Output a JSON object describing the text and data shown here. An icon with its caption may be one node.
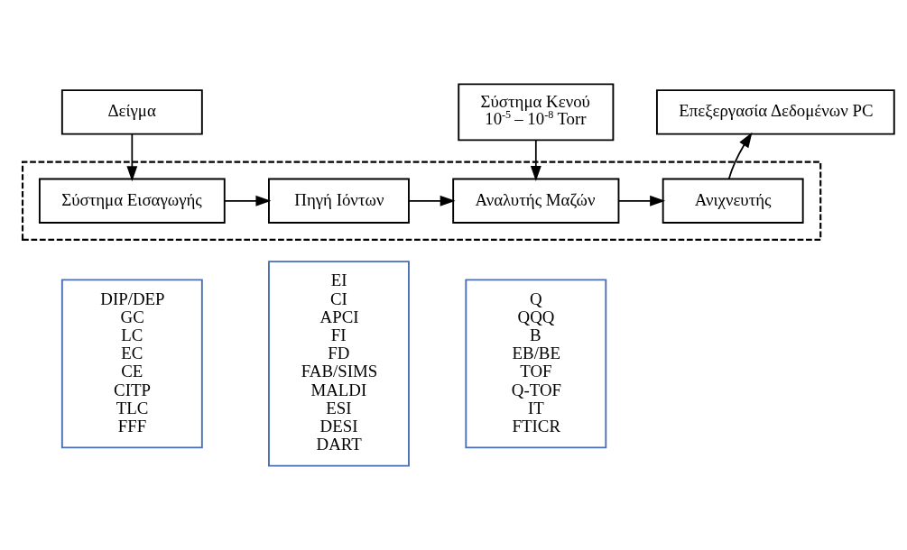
{
  "diagram": {
    "nodes": [
      {
        "text": [
          "Δείγμα"
        ]
      },
      {
        "text": [
          "Σύστημα Κενού",
          "10$^{-5}$ – 10$^{-8}$ Torr"
        ]
      },
      {
        "text": [
          "Επεξεργασία Δεδομένων PC"
        ]
      },
      {
        "text": [],
        "shape": "box"
      },
      {
        "text": [
          "Σύστημα Εισαγωγής"
        ],
        "in": 3
      },
      {
        "text": [
          "Πηγή Ιόντων"
        ],
        "in": 3
      },
      {
        "text": [
          "Αναλυτής Μαζών"
        ],
        "in": 3
      },
      {
        "text": [
          "Ανιχνευτής"
        ],
        "in": 3
      },
      {
        "text": [
          "DIP/DEP",
          "GC",
          "LC",
          "EC",
          "CE",
          "CITP",
          "TLC",
          "FFF"
        ]
      },
      {
        "text": [
          "EI",
          "CI",
          "APCI",
          "FI",
          "FD",
          "FAB/SIMS",
          "MALDI",
          "ESI",
          "DESI",
          "DART"
        ]
      },
      {
        "text": [
          "Q",
          "QQQ",
          "B",
          "EB/BE",
          "TOF",
          "Q-TOF",
          "IT",
          "FTICR"
        ]
      }
    ],
    "edges": [
      {
        "from": 0,
        "to": 4,
        "arrow": "to"
      },
      {
        "from": 1,
        "to": 6,
        "arrow": "to"
      },
      {
        "from": 7,
        "to": 2,
        "arrow": "to"
      },
      {
        "from": 4,
        "to": 5,
        "arrow": "to"
      },
      {
        "from": 5,
        "to": 6,
        "arrow": "to"
      },
      {
        "from": 6,
        "to": 7,
        "arrow": "to"
      }
    ]
  }
}
